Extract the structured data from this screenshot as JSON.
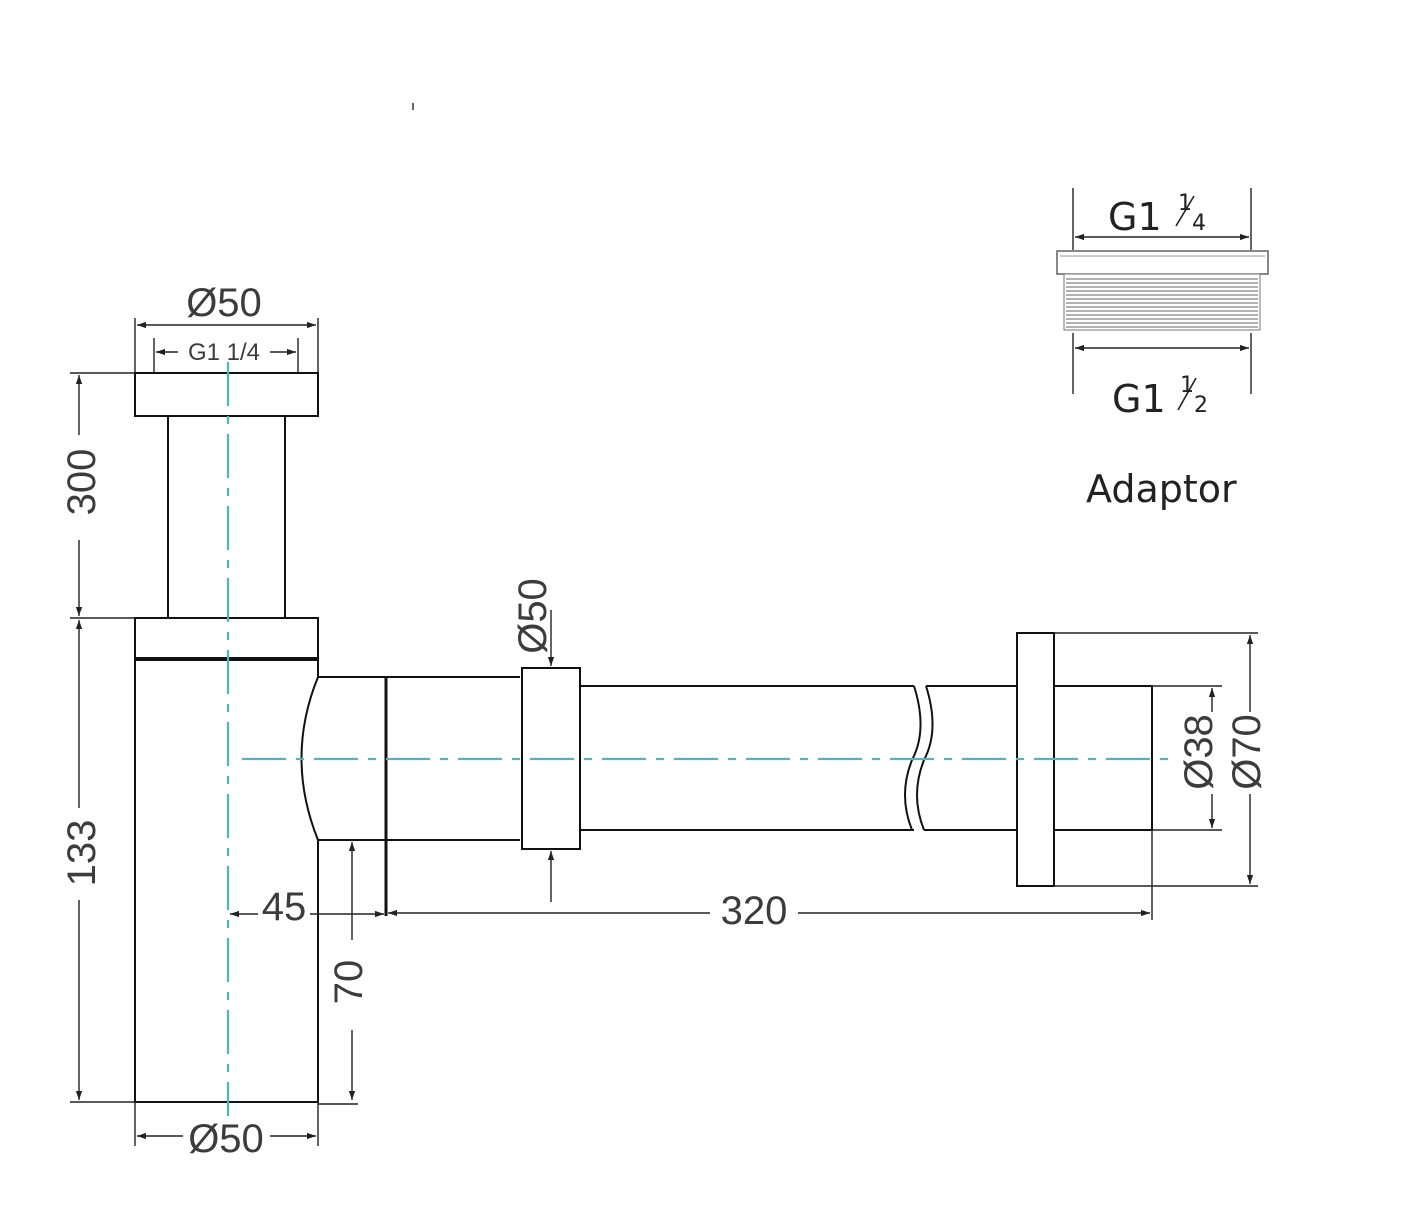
{
  "drawing": {
    "colors": {
      "outline": "#111111",
      "dimension": "#222222",
      "centerline": "#4db6c4",
      "text": "#3c3c3c"
    },
    "labels": {
      "top_diameter": "Ø50",
      "top_thread": "G1 1/4",
      "height_upper": "300",
      "height_lower": "133",
      "bottom_diameter": "Ø50",
      "outlet_diameter": "Ø50",
      "offset_45": "45",
      "height_70": "70",
      "length_320": "320",
      "wall_inner_diameter": "Ø38",
      "wall_outer_diameter": "Ø70"
    }
  },
  "adaptor": {
    "top_thread_main": "G1",
    "top_thread_num": "1",
    "top_thread_den": "4",
    "bottom_thread_main": "G1",
    "bottom_thread_num": "1",
    "bottom_thread_den": "2",
    "title": "Adaptor"
  }
}
